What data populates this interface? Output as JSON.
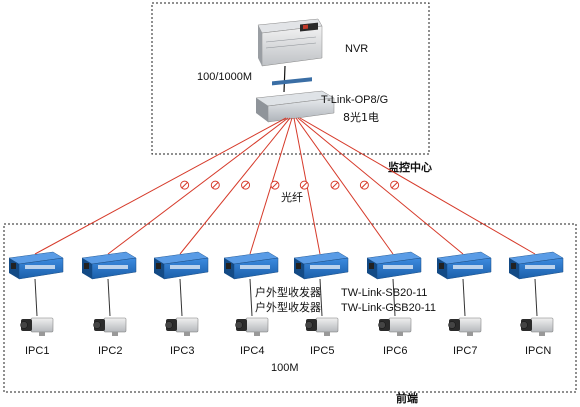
{
  "center": {
    "nvr_label": "NVR",
    "uplink_label": "100/1000M",
    "switch_model": "T-Link-OP8/G",
    "switch_ports": "8光1电",
    "region_label": "监控中心"
  },
  "fiber_label": "光纤",
  "front": {
    "transceiver_label_1": "户外型收发器",
    "transceiver_label_2": "户外型收发器",
    "model_1": "TW-Link-SB20-11",
    "model_2": "TW-Link-GSB20-11",
    "speed_label": "100M",
    "region_label": "前端"
  },
  "cameras": [
    "IPC1",
    "IPC2",
    "IPC3",
    "IPC4",
    "IPC5",
    "IPC6",
    "IPC7",
    "IPCN"
  ],
  "colors": {
    "fiber": "#d63a2a",
    "device_blue": "#1f6fc4",
    "device_gray": "#c9ccd1",
    "border": "#222222"
  }
}
